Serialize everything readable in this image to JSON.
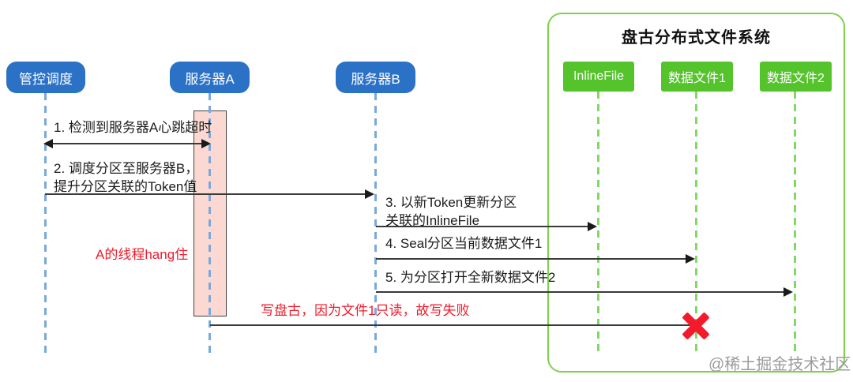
{
  "frame": {
    "title": "盘古分布式文件系统"
  },
  "actors": [
    {
      "label": "管控调度",
      "type": "blue"
    },
    {
      "label": "服务器A",
      "type": "blue"
    },
    {
      "label": "服务器B",
      "type": "blue"
    },
    {
      "label": "InlineFile",
      "type": "green"
    },
    {
      "label": "数据文件1",
      "type": "green"
    },
    {
      "label": "数据文件2",
      "type": "green"
    }
  ],
  "messages": [
    {
      "line1": "1. 检测到服务器A心跳超时",
      "from": "管控调度",
      "to": "服务器A",
      "arrow": "both"
    },
    {
      "line1": "2. 调度分区至服务器B，",
      "line2": "提升分区关联的Token值",
      "from": "管控调度",
      "to": "服务器B",
      "arrow": "right"
    },
    {
      "line1": "3. 以新Token更新分区",
      "line2": "关联的InlineFile",
      "from": "服务器B",
      "to": "InlineFile",
      "arrow": "right"
    },
    {
      "line1": "4. Seal分区当前数据文件1",
      "from": "服务器B",
      "to": "数据文件1",
      "arrow": "right"
    },
    {
      "line1": "5. 为分区打开全新数据文件2",
      "from": "服务器B",
      "to": "数据文件2",
      "arrow": "right"
    },
    {
      "line1": "写盘古，因为文件1只读，故写失败",
      "from": "服务器A",
      "to": "数据文件1",
      "arrow": "none",
      "status": "failed"
    }
  ],
  "notes": {
    "hang": {
      "text": "A的线程hang住",
      "color": "#f21b2b"
    },
    "write_fail": {
      "text": "写盘古，因为文件1只读，故写失败",
      "color": "#f21b2b"
    }
  },
  "failure": {
    "icon": "x-mark",
    "color": "#f31a2b"
  },
  "watermark": {
    "text": "@稀土掘金技术社区"
  },
  "colors": {
    "actor_blue": "#2b71c5",
    "actor_green": "#55c32c",
    "frame_border": "#7cd24b",
    "lifeline_blue": "#7aa8dc",
    "lifeline_green": "#7fdb60",
    "activation_fill": "#fbd9d2",
    "arrow": "#3a3a3a",
    "note_red": "#f21b2b",
    "watermark_gray": "#9b9b9b"
  }
}
